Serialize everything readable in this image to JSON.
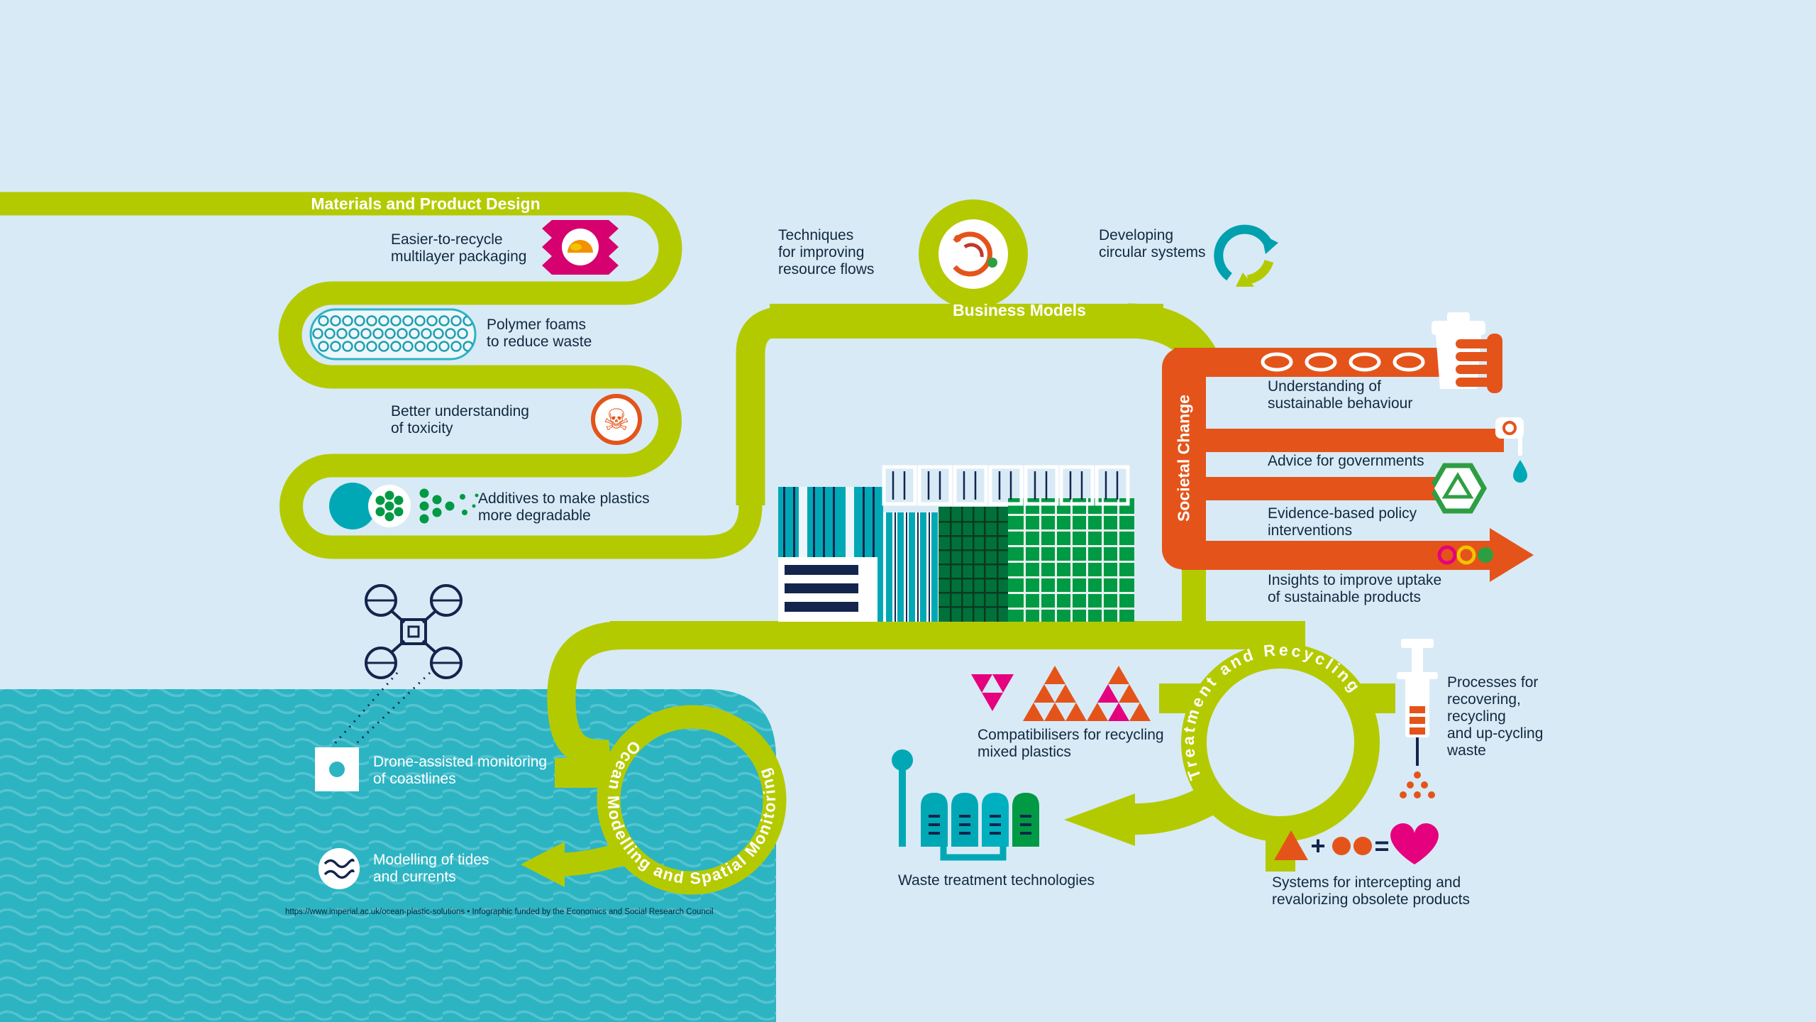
{
  "colors": {
    "background": "#d8eaf6",
    "lime": "#b4ca00",
    "teal": "#2cb4c3",
    "icon_teal": "#00a8b5",
    "orange": "#e4541a",
    "magenta": "#d6006e",
    "pink": "#e5007e",
    "green": "#009a44",
    "dark_green": "#00713a",
    "navy": "#11293f",
    "yellow": "#f0c400"
  },
  "materials": {
    "title": "Materials and Product Design",
    "items": [
      {
        "label": "Easier-to-recycle\nmultilayer packaging",
        "icon": "candy-wrapper-icon"
      },
      {
        "label": "Polymer foams\nto reduce waste",
        "icon": "polymer-foam-icon"
      },
      {
        "label": "Better understanding\nof toxicity",
        "icon": "toxicity-skull-icon"
      },
      {
        "label": "Additives to make plastics\nmore degradable",
        "icon": "degradable-additives-icon"
      }
    ]
  },
  "business": {
    "title": "Business Models",
    "items": [
      {
        "label": "Techniques\nfor improving\nresource flows",
        "icon": "resource-flows-icon"
      },
      {
        "label": "Developing\ncircular systems",
        "icon": "circular-systems-icon"
      }
    ]
  },
  "societal": {
    "title": "Societal Change",
    "items": [
      {
        "label": "Understanding of\nsustainable behaviour",
        "icon": "cup-hand-icon"
      },
      {
        "label": "Advice for governments",
        "icon": "tap-drip-icon"
      },
      {
        "label": "Evidence-based policy\ninterventions",
        "icon": "policy-hexagon-icon"
      },
      {
        "label": "Insights to improve uptake\nof sustainable products",
        "icon": "uptake-arrow-circles-icon"
      }
    ]
  },
  "treatment": {
    "title": "Treatment and Recycling",
    "items": [
      {
        "label": "Processes for\nrecovering,\nrecycling\nand up-cycling\nwaste",
        "icon": "syringe-icon"
      },
      {
        "label": "Compatibilisers for recycling\nmixed plastics",
        "icon": "mixed-plastics-triangles-icon"
      },
      {
        "label": "Waste treatment technologies",
        "icon": "waste-treatment-plant-icon"
      },
      {
        "label": "Systems for intercepting and\nrevalorizing obsolete products",
        "icon": "equation-heart-icon"
      }
    ]
  },
  "ocean": {
    "title": "Ocean Modelling and Spatial Monitoring",
    "items": [
      {
        "label": "Drone-assisted monitoring\nof coastlines",
        "icon": "drone-icon"
      },
      {
        "label": "Modelling of tides\nand currents",
        "icon": "tides-wave-icon"
      }
    ]
  },
  "glyphs": {
    "skull": "☠",
    "plus": "+",
    "equals": "="
  },
  "footer": {
    "text": "https://www.imperial.ac.uk/ocean-plastic-solutions • Infographic funded by the Economics and Social Research Council"
  }
}
